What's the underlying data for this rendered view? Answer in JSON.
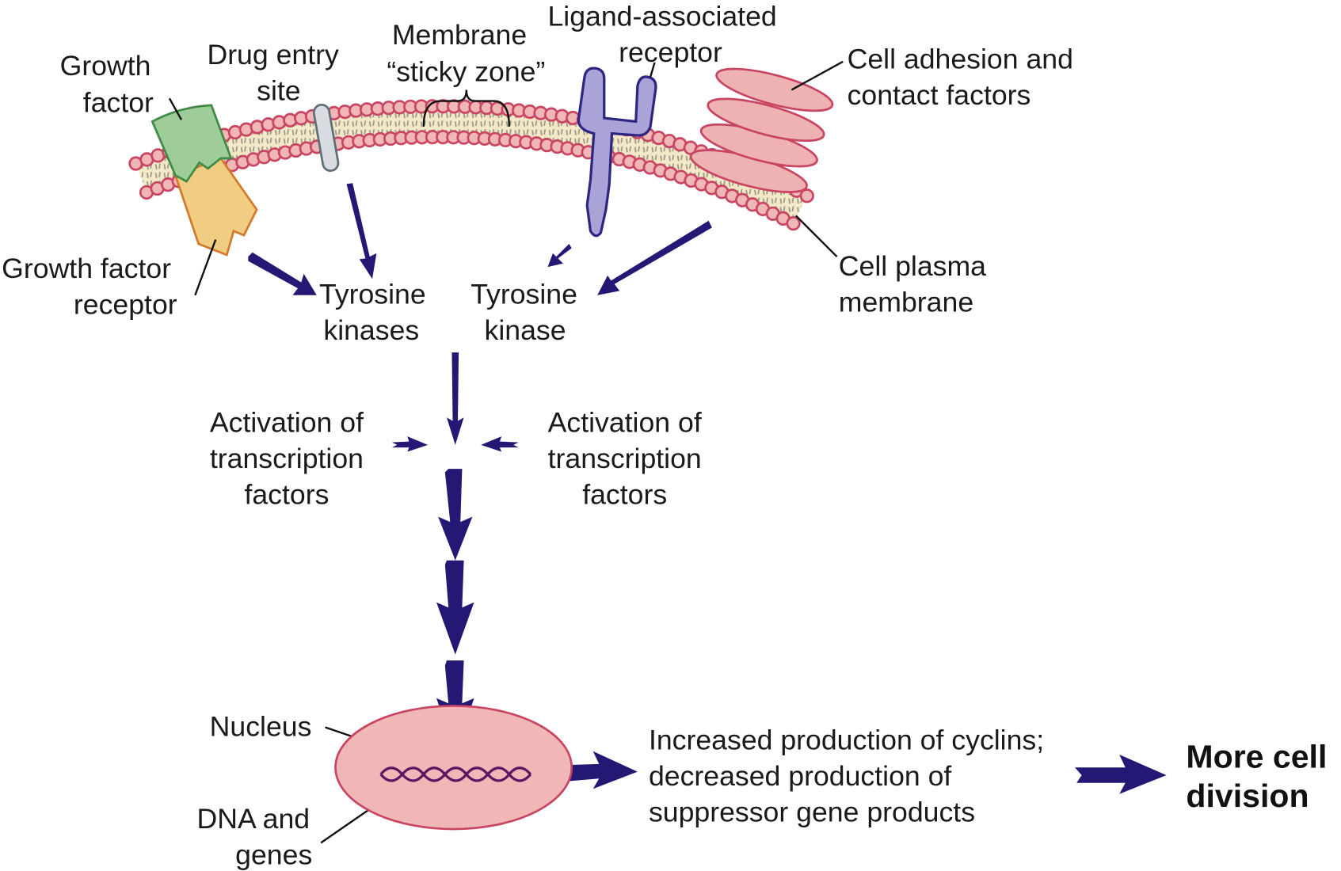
{
  "title": "Growth signaling pathway leading to cell division",
  "colors": {
    "arrow": "#231874",
    "phospholipid_head_fill": "#f1b6b6",
    "phospholipid_head_stroke": "#c84563",
    "bilayer_core": "#f3e9c8",
    "growth_factor": "#9fcd99",
    "growth_factor_receptor": "#f0cd83",
    "ligand_receptor": "#a9a3d8",
    "adhesion_factor": "#eeb2b2",
    "nucleus": "#eebcbc",
    "dna": "#5e1663"
  },
  "labels": {
    "growth_factor": [
      "Growth",
      "factor"
    ],
    "drug_entry_site": [
      "Drug entry",
      "site"
    ],
    "sticky_zone": [
      "Membrane",
      "“sticky zone”"
    ],
    "ligand_receptor": [
      "Ligand-associated",
      "receptor"
    ],
    "adhesion": [
      "Cell adhesion and",
      "contact factors"
    ],
    "gf_receptor": [
      "Growth factor",
      "receptor"
    ],
    "plasma_membrane": [
      "Cell plasma",
      "membrane"
    ],
    "tyrosine_kinases": [
      "Tyrosine",
      "kinases"
    ],
    "tyrosine_kinase": [
      "Tyrosine",
      "kinase"
    ],
    "activation_left": [
      "Activation of",
      "transcription",
      "factors"
    ],
    "activation_right": [
      "Activation of",
      "transcription",
      "factors"
    ],
    "nucleus": "Nucleus",
    "dna_genes": [
      "DNA and",
      "genes"
    ],
    "outcome": [
      "Increased production of cyclins;",
      "decreased production of",
      "suppressor gene products"
    ],
    "result": [
      "More cell",
      "division"
    ]
  }
}
